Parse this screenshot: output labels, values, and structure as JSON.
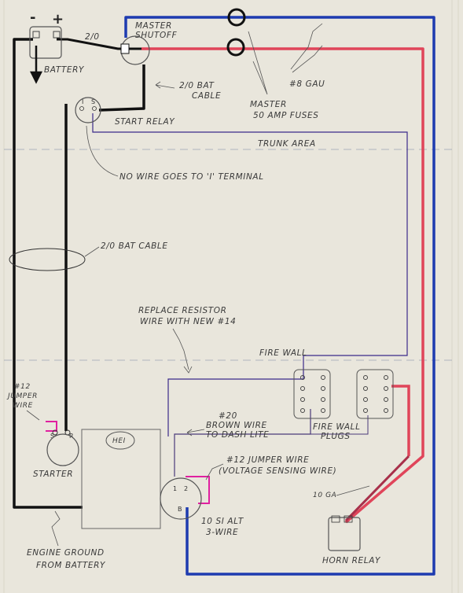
{
  "battery": {
    "minus": "-",
    "plus": "+",
    "label": "BATTERY",
    "cable_label": "2/0"
  },
  "master_shutoff": {
    "label_line1": "MASTER",
    "label_line2": "SHUTOFF"
  },
  "start_relay": {
    "label": "START RELAY",
    "terminal_i": "I",
    "terminal_s": "S"
  },
  "labels": {
    "bat_cable_top_line1": "2/0 BAT",
    "bat_cable_top_line2": "CABLE",
    "master_fuses_line1": "MASTER",
    "master_fuses_line2": "50 AMP FUSES",
    "wire_gauge_8": "#8 GAU",
    "trunk_area": "TRUNK AREA",
    "no_wire_note": "NO WIRE GOES TO 'I' TERMINAL",
    "bat_cable_mid": "2/0 BAT CABLE",
    "replace_resistor_line1": "REPLACE RESISTOR",
    "replace_resistor_line2": "WIRE WITH NEW #14",
    "fire_wall": "FIRE WALL",
    "firewall_plugs_line1": "FIRE WALL",
    "firewall_plugs_line2": "PLUGS",
    "jumper12_line1": "#12",
    "jumper12_line2": "JUMPER",
    "jumper12_line3": "WIRE",
    "brown_wire_line1": "#20",
    "brown_wire_line2": "BROWN WIRE",
    "brown_wire_line3": "TO DASH LITE",
    "voltage_jumper_line1": "#12 JUMPER WIRE",
    "voltage_jumper_line2": "(VOLTAGE SENSING WIRE)",
    "ga10": "10 GA",
    "hei": "HEI",
    "starter": "STARTER",
    "starter_terminal_s": "S",
    "starter_terminal_r": "R",
    "alt_line1": "10 SI ALT",
    "alt_line2": "3-WIRE",
    "alt_terminal_1": "1",
    "alt_terminal_2": "2",
    "alt_terminal_b": "B",
    "horn_relay": "HORN RELAY",
    "engine_ground_line1": "ENGINE GROUND",
    "engine_ground_line2": "FROM BATTERY"
  },
  "colors": {
    "paper": "#e9e6dc",
    "pencil": "#3a3a3a",
    "red_wire": "#e0455a",
    "blue_wire": "#1e3bb0",
    "purple_wire": "#3a2a8a",
    "pink_jumper": "#e020a0",
    "ground_cable": "#111111"
  }
}
